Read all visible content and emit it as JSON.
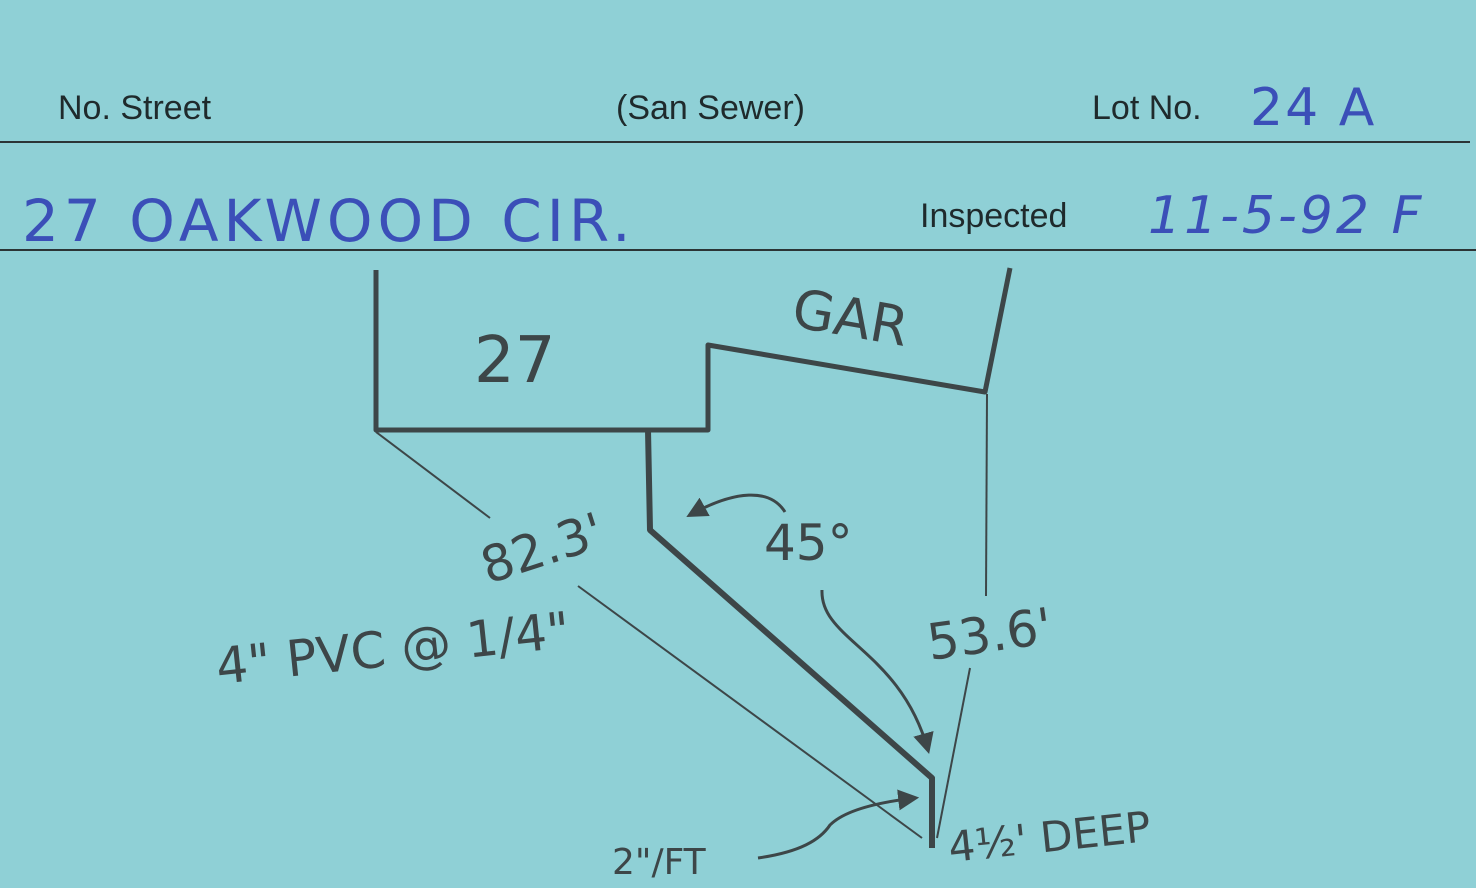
{
  "card": {
    "background": "#8fd0d6",
    "ink_blue": "#3b4fb8",
    "pencil": "#3d4648"
  },
  "header": {
    "street_label": "No. Street",
    "sewer_label": "(San Sewer)",
    "lot_label": "Lot No.",
    "lot_value": "24 A"
  },
  "address_row": {
    "address": "27 OAKWOOD CIR.",
    "inspected_label": "Inspected",
    "inspected_value": "11-5-92 F"
  },
  "sketch": {
    "house_label": "27",
    "garage_label": "GAR",
    "angle_label": "45°",
    "dist_left_label": "82.3'",
    "dist_right_label": "53.6'",
    "pipe_label": "4\" PVC @ 1/4\"",
    "depth_label": "4½' DEEP",
    "slope_label": "2\"/FT"
  }
}
